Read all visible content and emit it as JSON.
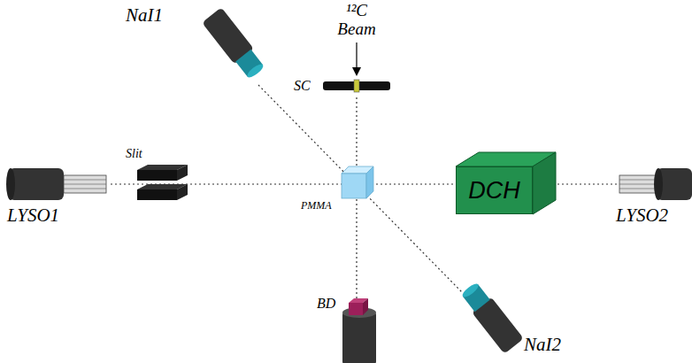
{
  "diagram": {
    "nodes": [
      {
        "text": [
          "DCH"
        ]
      }
    ],
    "labels": [
      "NaI1",
      "¹²C Beam",
      "SC",
      "Slit",
      "LYSO1",
      "PMMA",
      "LYSO2",
      "BD",
      "NaI2"
    ]
  }
}
